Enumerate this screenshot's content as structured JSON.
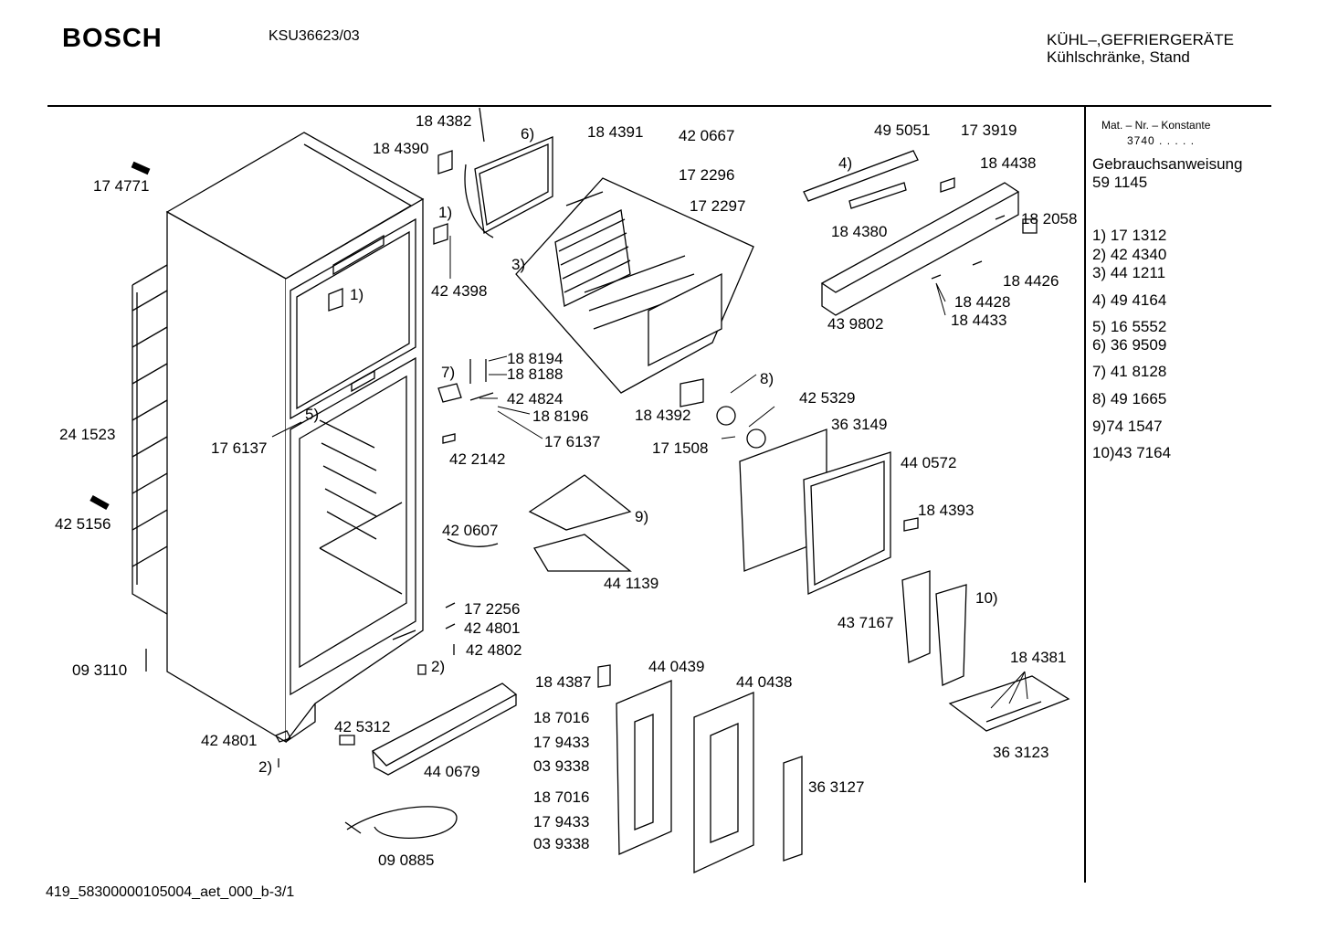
{
  "header": {
    "brand": "BOSCH",
    "model": "KSU36623/03",
    "category_line1": "KÜHL–,GEFRIERGERÄTE",
    "category_line2": "Kühlschränke, Stand"
  },
  "sidebar": {
    "mat_label": "Mat. – Nr. – Konstante",
    "mat_value": "3740 . . . . .",
    "manual_label": "Gebrauchsanweisung",
    "manual_number": "59 1145",
    "refs": [
      "1) 17 1312",
      "2) 42 4340",
      "3) 44 1211",
      "4) 49 4164",
      "5) 16 5552",
      "6) 36 9509",
      "7) 41 8128",
      "8) 49 1665",
      "9)74 1547",
      "10)43 7164"
    ]
  },
  "parts": [
    "18 4382",
    "18 4390",
    "6)",
    "18 4391",
    "42 0667",
    "17 2296",
    "17 2297",
    "49 5051",
    "17 3919",
    "4)",
    "18 4438",
    "18 4380",
    "18 2058",
    "18 4426",
    "18 4428",
    "18 4433",
    "43 9802",
    "17 4771",
    "1)",
    "42 4398",
    "3)",
    "1)",
    "24 1523",
    "17 6137",
    "5)",
    "7)",
    "18 8194",
    "18 8188",
    "42 4824",
    "18 8196",
    "17 6137",
    "42 2142",
    "18 4392",
    "8)",
    "42 5329",
    "17 1508",
    "36 3149",
    "44 0572",
    "18 4393",
    "42 5156",
    "42 0607",
    "9)",
    "44 1139",
    "17 2256",
    "42 4801",
    "42 4802",
    "2)",
    "09 3110",
    "43 7167",
    "10)",
    "18 4381",
    "18 4387",
    "44 0439",
    "44 0438",
    "18 7016",
    "17 9433",
    "03 9338",
    "18 7016",
    "17 9433",
    "03 9338",
    "42 4801",
    "42 5312",
    "2)",
    "44 0679",
    "36 3127",
    "36 3123",
    "09 0885"
  ],
  "footer": {
    "code": "419_58300000105004_aet_000_b-3/1"
  }
}
